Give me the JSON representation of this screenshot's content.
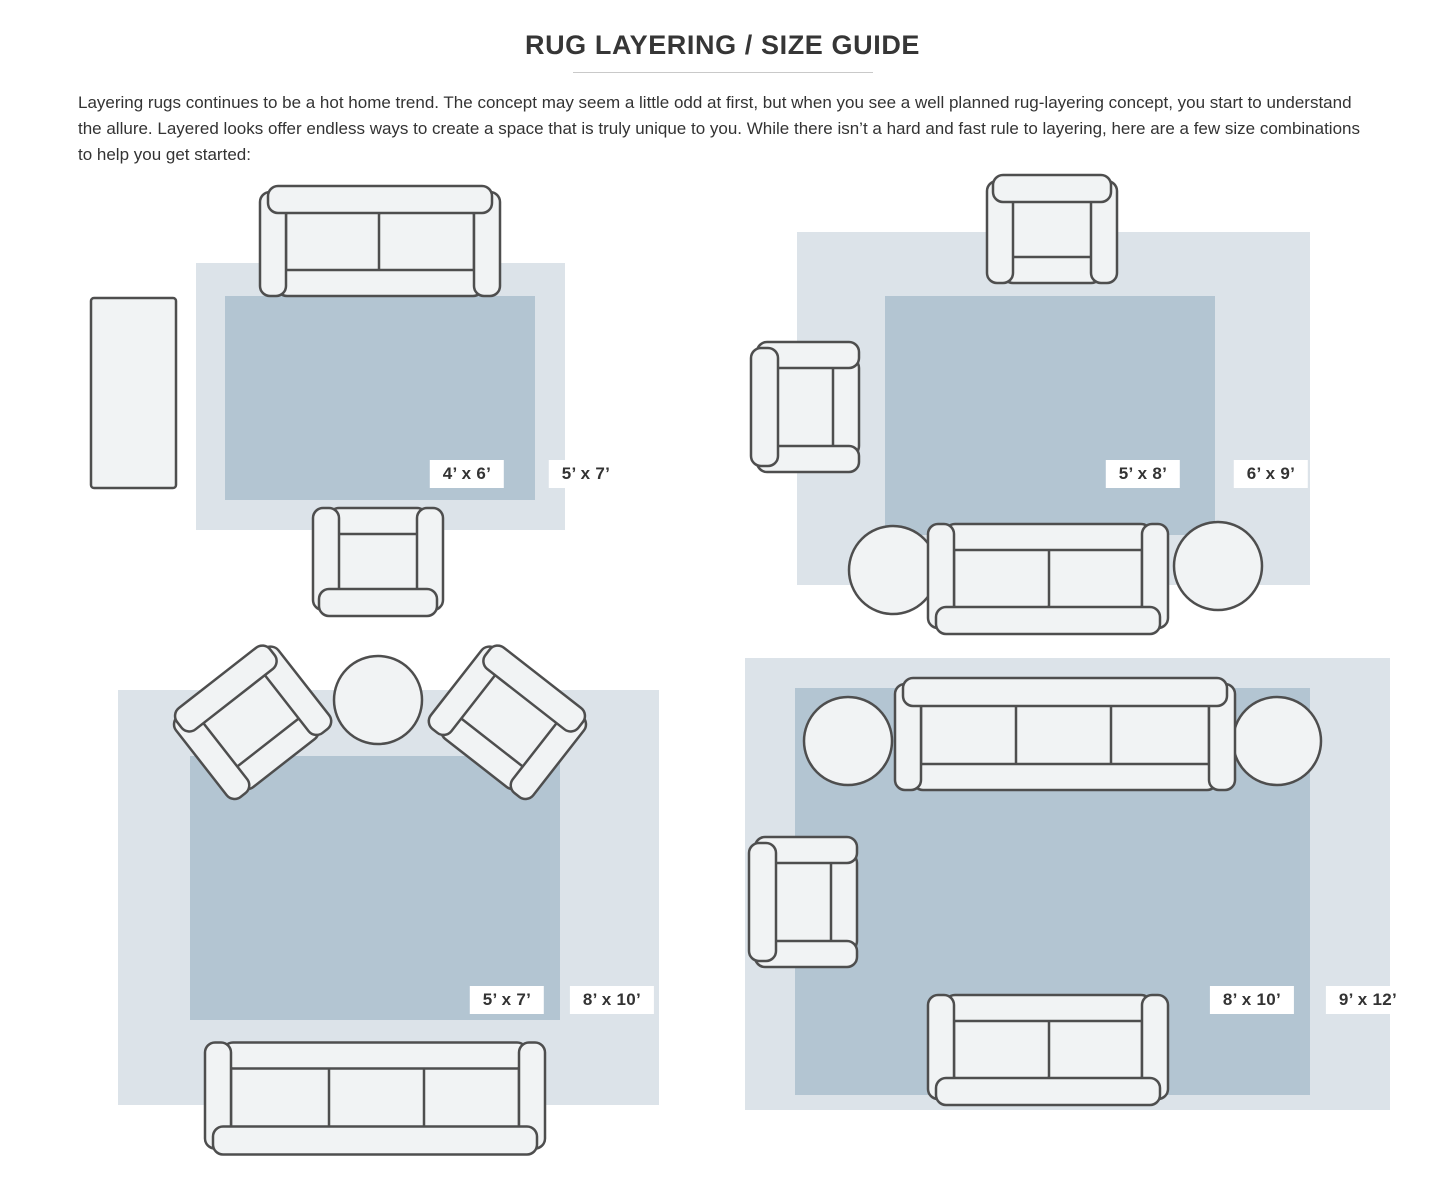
{
  "title": "RUG LAYERING / SIZE GUIDE",
  "intro": "Layering rugs continues to be a hot home trend. The concept may seem a little odd at first, but when you see a well planned rug-layering concept, you start to understand the allure. Layered looks offer endless ways to create a space that is truly unique to you. While there isn’t a hard and fast rule to layering, here are a few size combinations to help you get started:",
  "colors": {
    "rug_light": "#dce3e9",
    "rug_dark": "#b3c5d2",
    "furniture_fill": "#f1f3f4",
    "furniture_stroke": "#4e4e4e",
    "heading_text": "#363636",
    "body_text": "#333333",
    "label_text": "#333333"
  },
  "scenes": [
    {
      "id": "scene-1",
      "inner_rug_size": "4’ x 6’",
      "outer_rug_size": "5’ x 7’",
      "furniture": [
        "loveseat",
        "side-table",
        "armchair"
      ]
    },
    {
      "id": "scene-2",
      "inner_rug_size": "5’ x 8’",
      "outer_rug_size": "6’ x 9’",
      "furniture": [
        "armchair",
        "armchair",
        "round-table",
        "loveseat",
        "round-table"
      ]
    },
    {
      "id": "scene-3",
      "inner_rug_size": "5’ x 7’",
      "outer_rug_size": "8’ x 10’",
      "furniture": [
        "armchair",
        "round-table",
        "armchair",
        "sofa"
      ]
    },
    {
      "id": "scene-4",
      "inner_rug_size": "8’ x 10’",
      "outer_rug_size": "9’ x 12’",
      "furniture": [
        "round-table",
        "sofa",
        "round-table",
        "armchair",
        "loveseat"
      ]
    }
  ]
}
